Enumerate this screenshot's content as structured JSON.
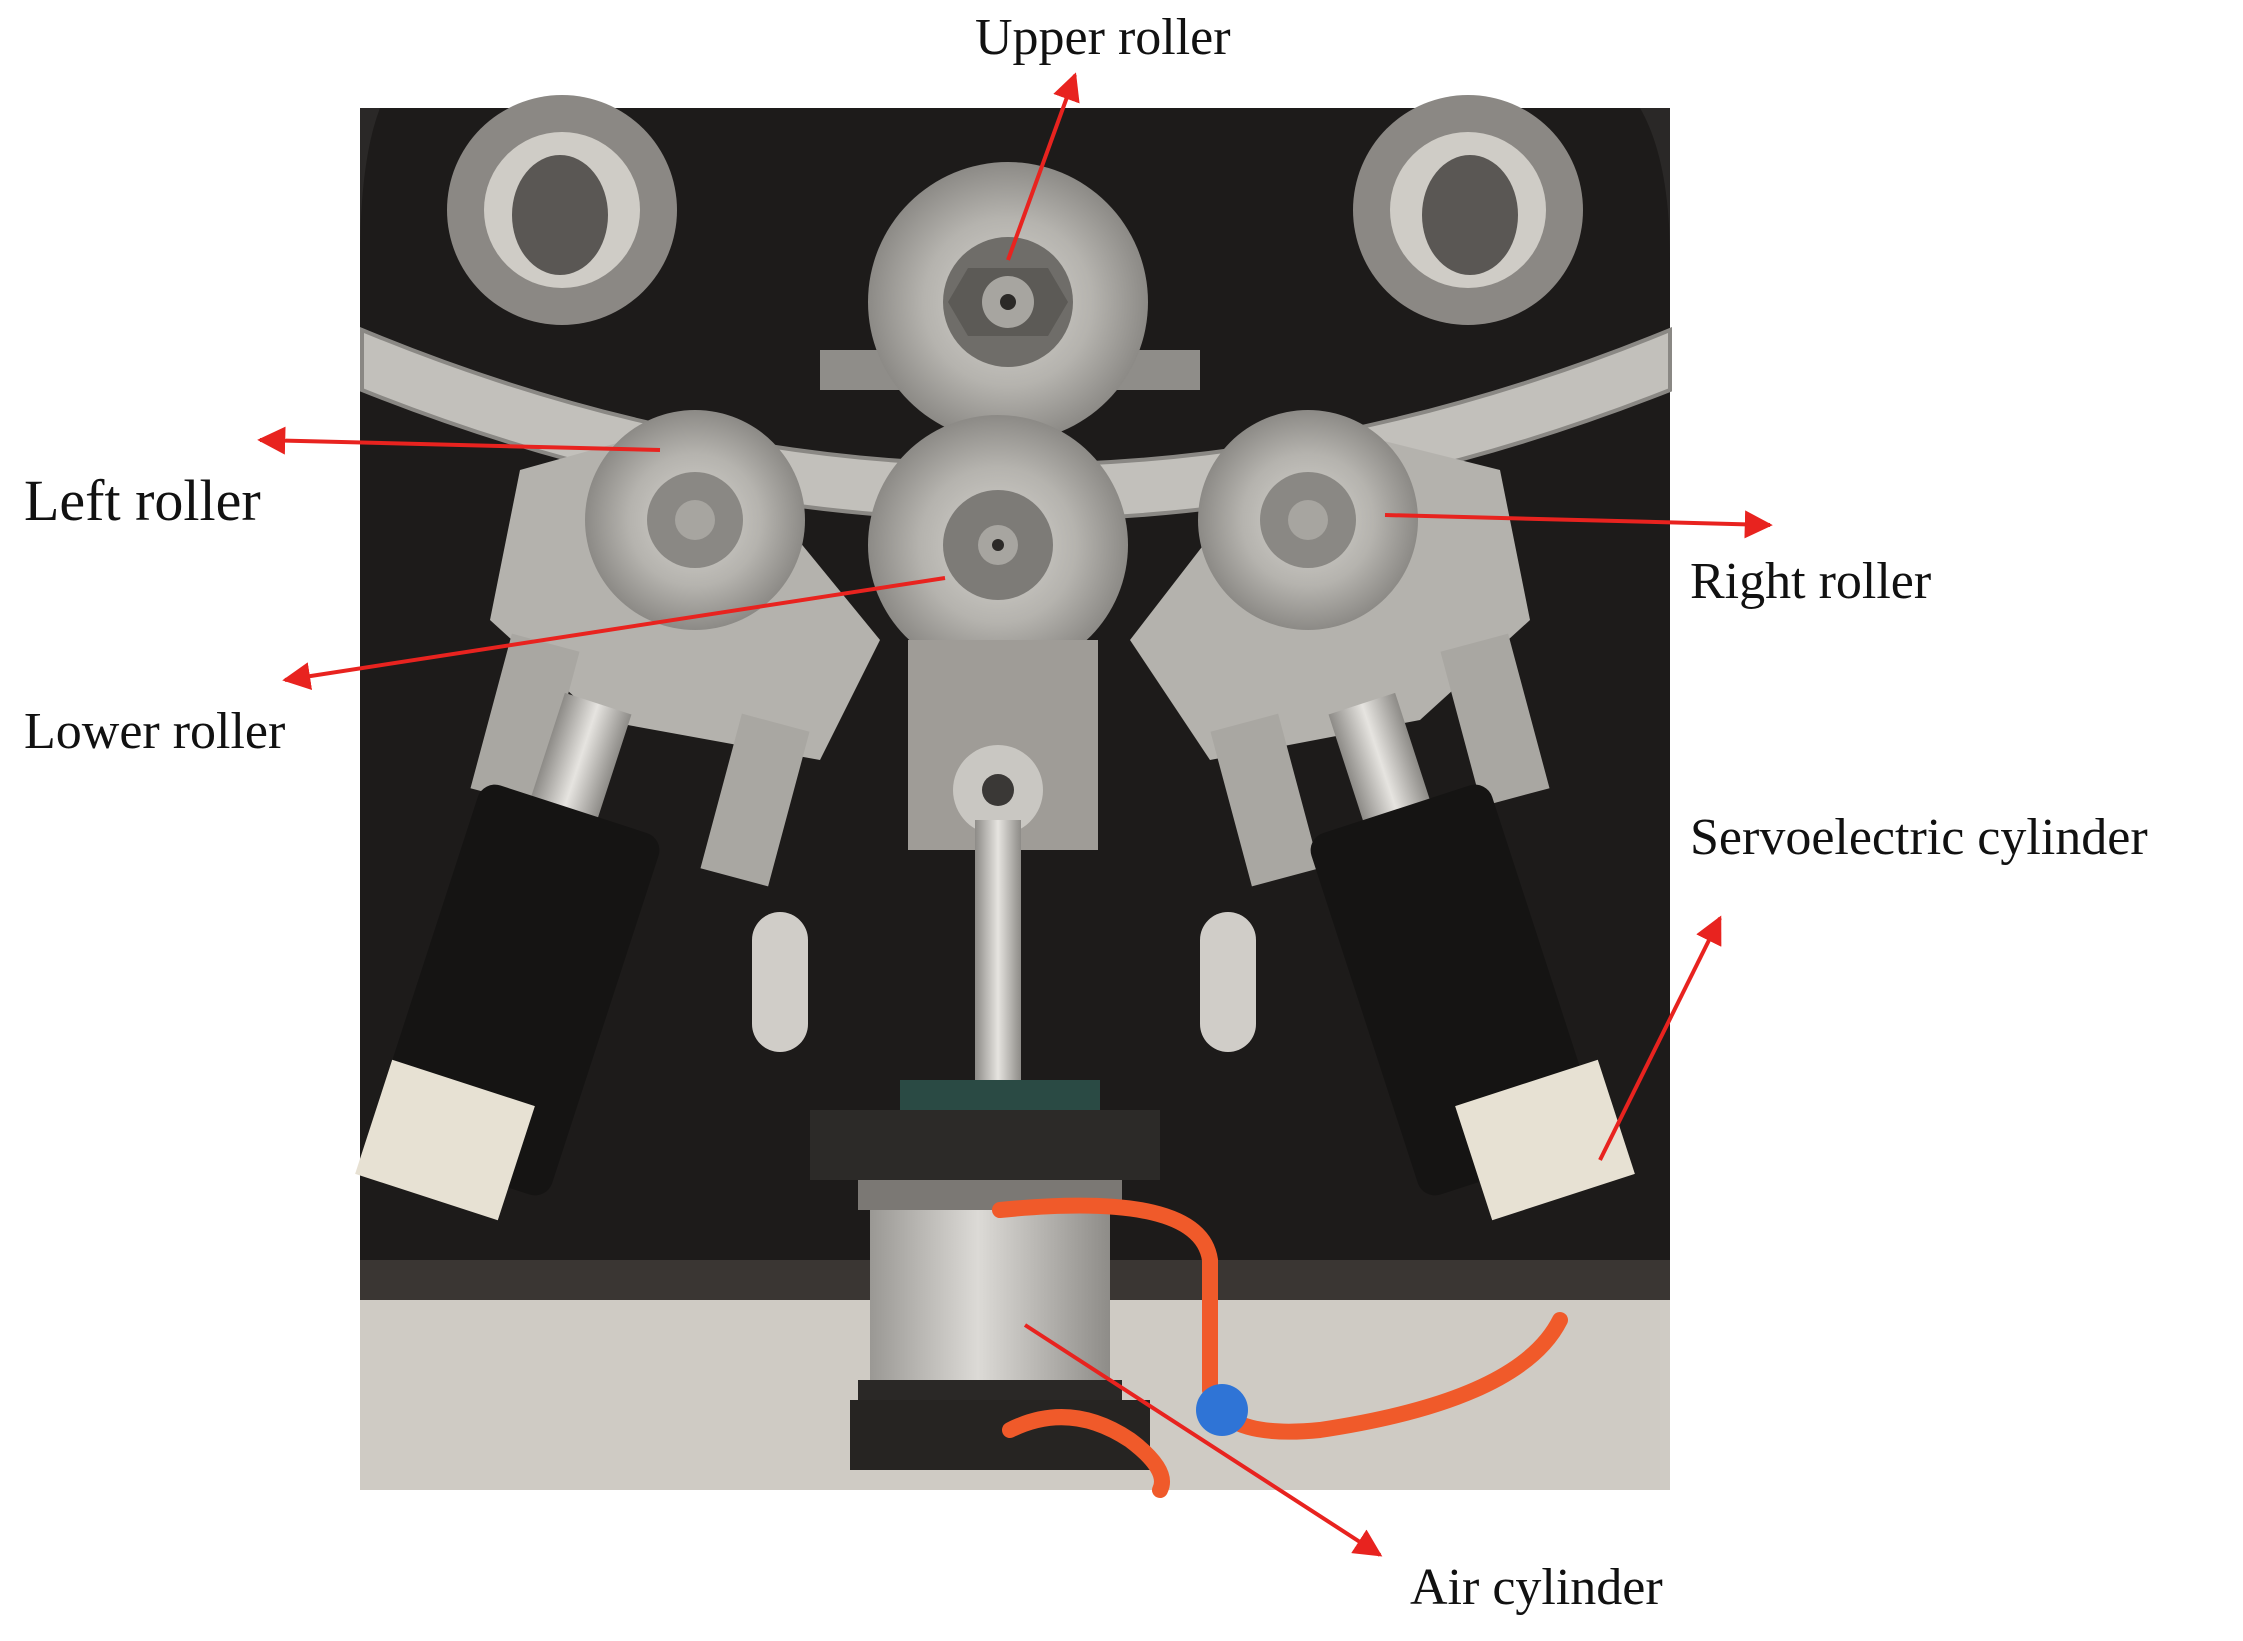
{
  "figure": {
    "labels": {
      "upper_roller": "Upper roller",
      "left_roller": "Left roller",
      "right_roller": "Right roller",
      "lower_roller": "Lower roller",
      "servoelectric_cylinder": "Servoelectric cylinder",
      "air_cylinder": "Air cylinder"
    },
    "colors": {
      "arrow": "#e8231f",
      "backplate": "#1d1b1a",
      "steel": "#b8b6b1",
      "hose": "#f05a2a",
      "label_text": "#111111"
    }
  }
}
